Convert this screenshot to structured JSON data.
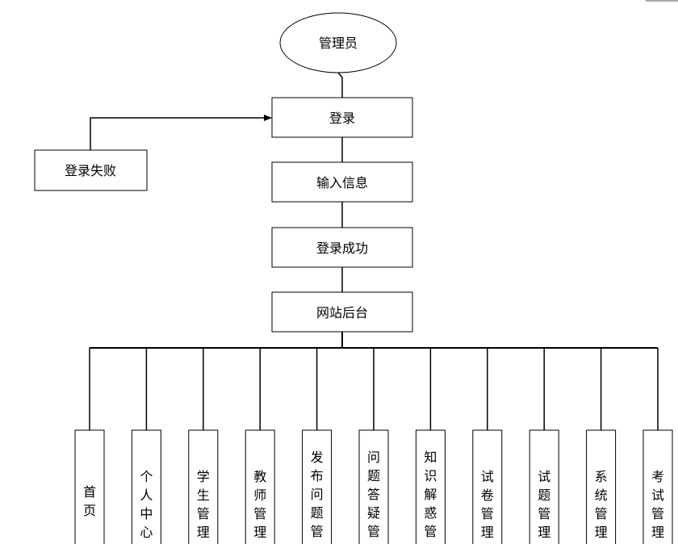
{
  "diagram": {
    "root": "管理员",
    "flow": [
      "登录",
      "输入信息",
      "登录成功",
      "网站后台"
    ],
    "failure": "登录失败",
    "modules": [
      "首页",
      "个人中心",
      "学生管理",
      "教师管理",
      "发布问题管理",
      "问题答疑管理",
      "知识解惑管理",
      "试卷管理",
      "试题管理",
      "系统管理",
      "考试管理"
    ]
  }
}
